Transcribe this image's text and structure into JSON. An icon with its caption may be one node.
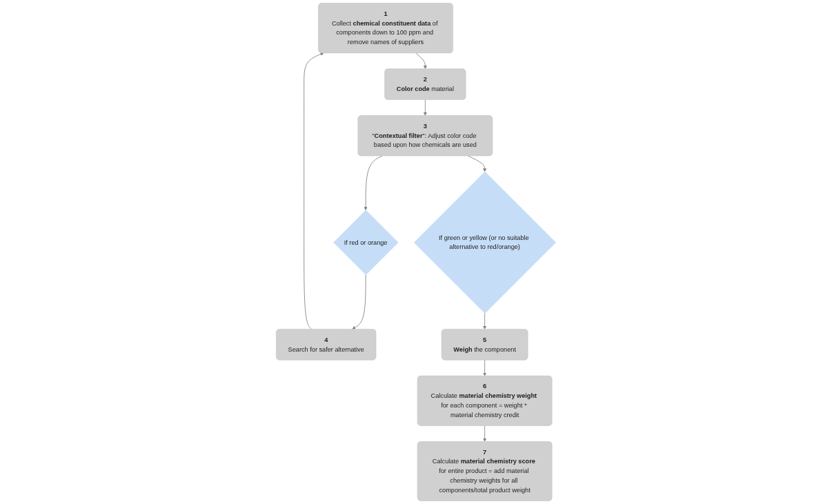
{
  "diagram": {
    "nodes": [
      {
        "text": [
          "1",
          "Collect **chemical constituent data** of components down to 100 ppm and remove names of suppliers"
        ]
      },
      {
        "text": [
          "2",
          "**Color code** material"
        ]
      },
      {
        "text": [
          "3",
          "“**Contextual filter**”: Adjust color code based upon how chemicals are used"
        ]
      },
      {
        "text": [
          "If red or orange"
        ]
      },
      {
        "text": [
          "4",
          "Search for safer alternative"
        ]
      },
      {
        "text": [
          "If green or yellow (or no suitable alternative to red/orange)"
        ]
      },
      {
        "text": [
          "5",
          "**Weigh** the component"
        ]
      },
      {
        "text": [
          "6",
          "Calculate **material chemistry weight** for each component = weight * material chemistry credit"
        ]
      },
      {
        "text": [
          "7",
          "Calculate **material chemistry score** for entire product = add material chemistry weights for all components/total product weight"
        ]
      }
    ],
    "edges": [
      {
        "from": 0,
        "to": 1,
        "arrow": "to"
      },
      {
        "from": 1,
        "to": 2,
        "arrow": "to"
      },
      {
        "from": 2,
        "to": 3,
        "arrow": "to"
      },
      {
        "from": 3,
        "to": 4,
        "arrow": "to"
      },
      {
        "from": 4,
        "to": 0,
        "arrow": "to"
      },
      {
        "from": 2,
        "to": 5,
        "arrow": "to"
      },
      {
        "from": 5,
        "to": 6,
        "arrow": "to"
      },
      {
        "from": 6,
        "to": 7,
        "arrow": "to"
      },
      {
        "from": 7,
        "to": 8,
        "arrow": "to"
      }
    ]
  }
}
